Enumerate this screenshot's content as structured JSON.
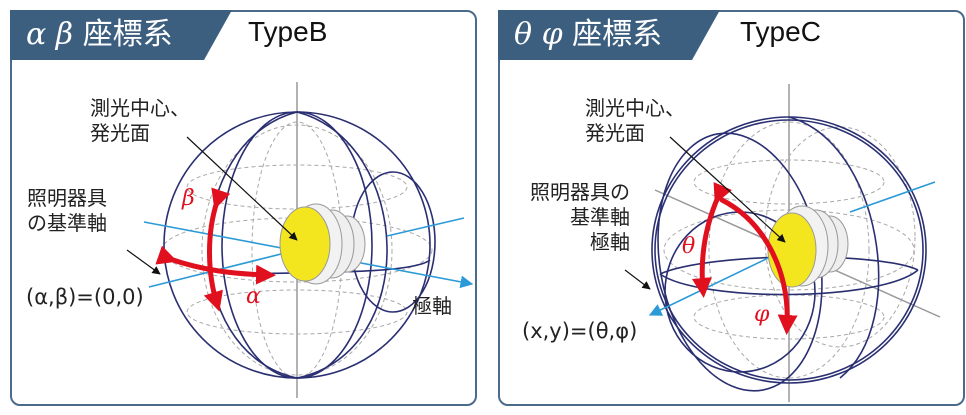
{
  "panels": [
    {
      "id": "typeB",
      "tab_greek": "α β",
      "tab_kanji": "座標系",
      "type_label": "TypeB",
      "labels": {
        "photometric_center": [
          "測光中心、",
          "発光面"
        ],
        "reference_axis": [
          "照明器具",
          "の基準軸"
        ],
        "origin": "(α,β)=(0,0)",
        "polar_axis": "極軸",
        "angle1": "β",
        "angle2": "α"
      }
    },
    {
      "id": "typeC",
      "tab_greek": "θ φ",
      "tab_kanji": "座標系",
      "type_label": "TypeC",
      "labels": {
        "photometric_center": [
          "測光中心、",
          "発光面"
        ],
        "reference_axis": [
          "照明器具の",
          "基準軸",
          "極軸"
        ],
        "origin": "(x,y)=(θ,φ)",
        "angle1": "θ",
        "angle2": "φ"
      }
    }
  ],
  "colors": {
    "header_bg": "#3d5f7f",
    "border": "#4b6b8a",
    "sphere_line": "#2a2f72",
    "dashed_line": "#a8a8a8",
    "axis_blue": "#2b9ad6",
    "arrow_red": "#e0101e",
    "emitter_yellow": "#f4e61e"
  }
}
